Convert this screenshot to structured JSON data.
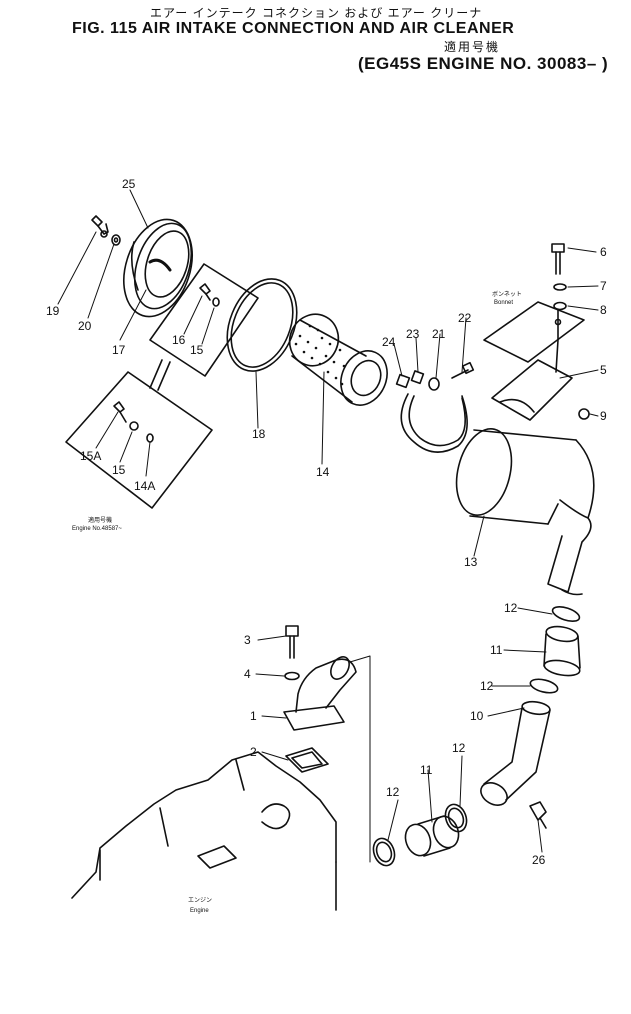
{
  "header": {
    "title_jp": "エアー インテーク コネクション および エアー クリーナ",
    "title": "FIG. 115  AIR INTAKE CONNECTION AND AIR CLEANER",
    "applicability_jp": "適用号機",
    "applicability": "(EG45S ENGINE NO. 30083– )"
  },
  "labels": {
    "bonnet_jp": "ボンネット",
    "bonnet": "Bonnet",
    "engine_jp": "エンジン",
    "engine": "Engine",
    "inset_applicability_jp": "適用号機",
    "inset_applicability": "Engine No.48587~"
  },
  "callouts": [
    "25",
    "19",
    "20",
    "17",
    "16",
    "15",
    "15A",
    "15",
    "14A",
    "18",
    "14",
    "24",
    "23",
    "21",
    "22",
    "6",
    "7",
    "8",
    "5",
    "9",
    "13",
    "12",
    "11",
    "12",
    "10",
    "12",
    "11",
    "12",
    "26",
    "3",
    "4",
    "1",
    "2"
  ]
}
